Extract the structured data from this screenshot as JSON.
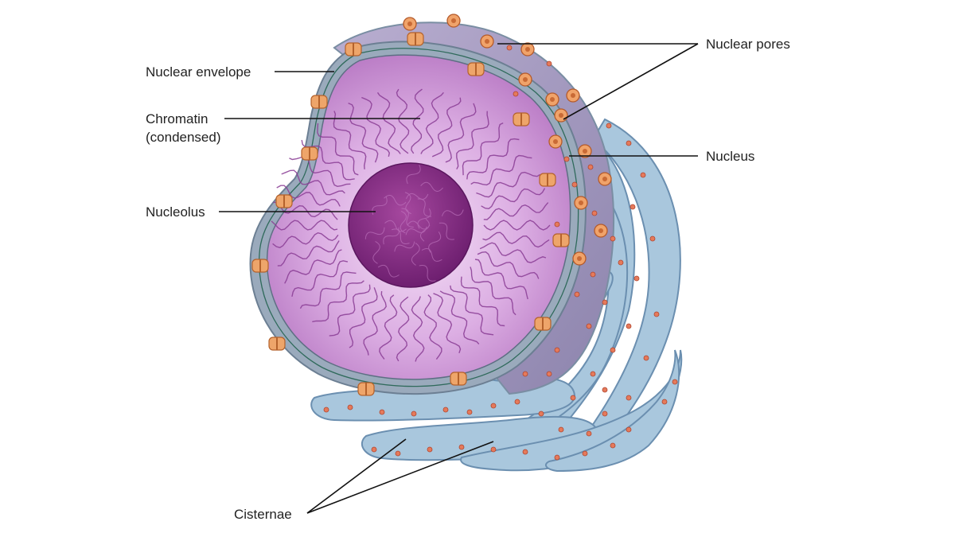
{
  "labels": {
    "nuclear_envelope": "Nuclear envelope",
    "chromatin_line1": "Chromatin",
    "chromatin_line2": "(condensed)",
    "nucleolus": "Nucleolus",
    "nuclear_pores": "Nuclear pores",
    "nucleus": "Nucleus",
    "cisternae": "Cisternae"
  },
  "colors": {
    "nucleoplasm": "#c98ed2",
    "nucleoplasm_light": "#efd6f2",
    "nucleolus": "#8e2f8c",
    "chromatin": "#8a3d95",
    "envelope": "#95a6b6",
    "outer_surface": "#a89bc0",
    "er": "#9fc0d8",
    "er_dark": "#6b8fb0",
    "pore": "#e8975a",
    "ribosome": "#d96b4f"
  }
}
